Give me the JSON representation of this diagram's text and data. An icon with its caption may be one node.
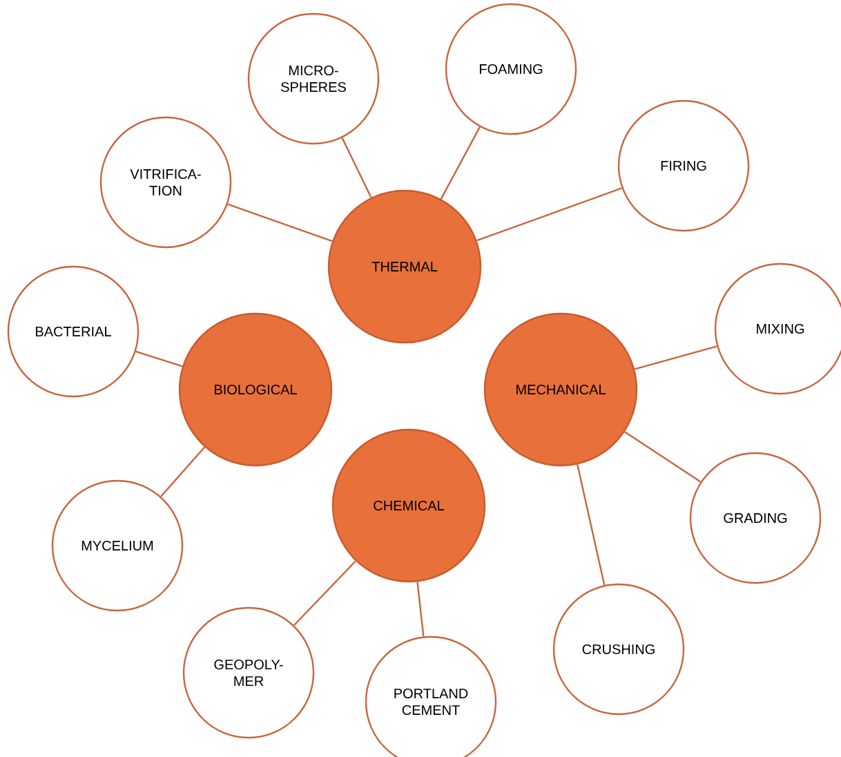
{
  "diagram": {
    "nodes": [
      {
        "text": [
          "FOAMING"
        ]
      },
      {
        "text": [
          "MICRO- SPHERES"
        ]
      },
      {
        "text": [
          "FIRING"
        ]
      },
      {
        "text": [
          "VITRIFICA- TION"
        ]
      },
      {
        "text": [
          "THERMAL"
        ]
      },
      {
        "text": [
          "MIXING"
        ]
      },
      {
        "text": [
          "BACTERIAL"
        ]
      },
      {
        "text": [
          "BIOLOGICAL"
        ]
      },
      {
        "text": [
          "MECHANICAL"
        ]
      },
      {
        "text": [
          "CHEMICAL"
        ]
      },
      {
        "text": [
          "GRADING"
        ]
      },
      {
        "text": [
          "MYCELIUM"
        ]
      },
      {
        "text": [
          "CRUSHING"
        ]
      },
      {
        "text": [
          "GEOPOLY- MER"
        ]
      },
      {
        "text": [
          "PORTLAND CEMENT"
        ]
      }
    ],
    "edges": [
      {
        "from": 4,
        "to": 1,
        "arrow": "none"
      },
      {
        "from": 4,
        "to": 0,
        "arrow": "none"
      },
      {
        "from": 4,
        "to": 3,
        "arrow": "none"
      },
      {
        "from": 4,
        "to": 2,
        "arrow": "none"
      },
      {
        "from": 7,
        "to": 6,
        "arrow": "none"
      },
      {
        "from": 7,
        "to": 11,
        "arrow": "none"
      },
      {
        "from": 8,
        "to": 5,
        "arrow": "none"
      },
      {
        "from": 8,
        "to": 10,
        "arrow": "none"
      },
      {
        "from": 8,
        "to": 12,
        "arrow": "none"
      },
      {
        "from": 9,
        "to": 13,
        "arrow": "none"
      },
      {
        "from": 9,
        "to": 14,
        "arrow": "none"
      }
    ]
  }
}
